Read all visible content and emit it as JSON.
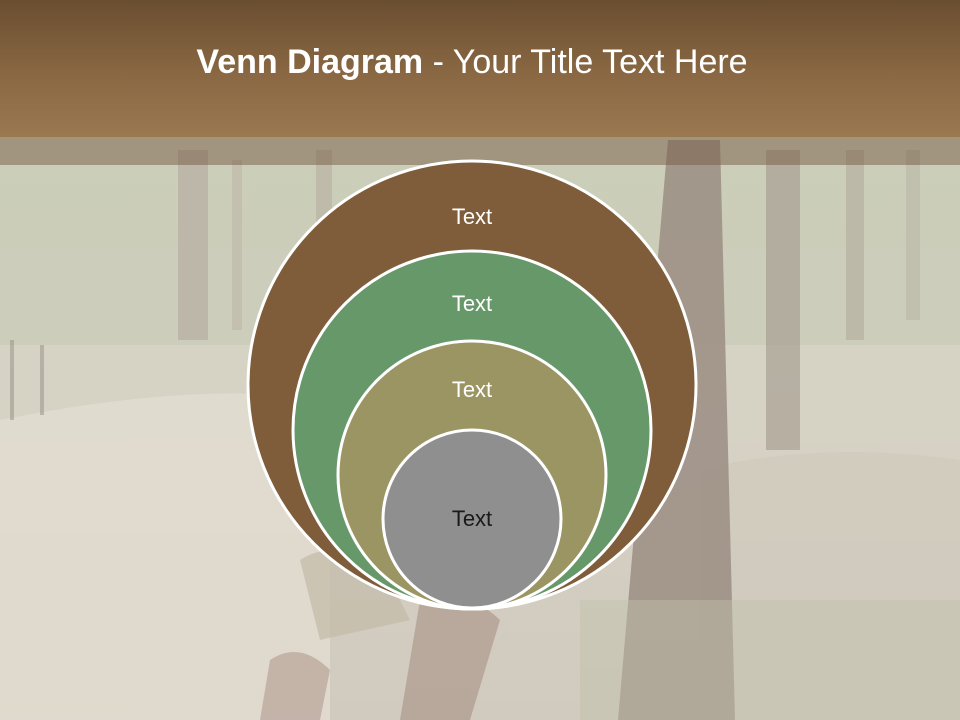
{
  "slide": {
    "title_bold": "Venn Diagram",
    "title_rest": " - Your Title Text Here"
  },
  "diagram": {
    "type": "nested-circles",
    "circles": [
      {
        "label": "Text",
        "color": "#7f5c3a"
      },
      {
        "label": "Text",
        "color": "#67986a"
      },
      {
        "label": "Text",
        "color": "#9b9564"
      },
      {
        "label": "Text",
        "color": "#8f8f8f"
      }
    ]
  },
  "theme": {
    "header_color": "#7b5b38",
    "outline_color": "#ffffff"
  }
}
